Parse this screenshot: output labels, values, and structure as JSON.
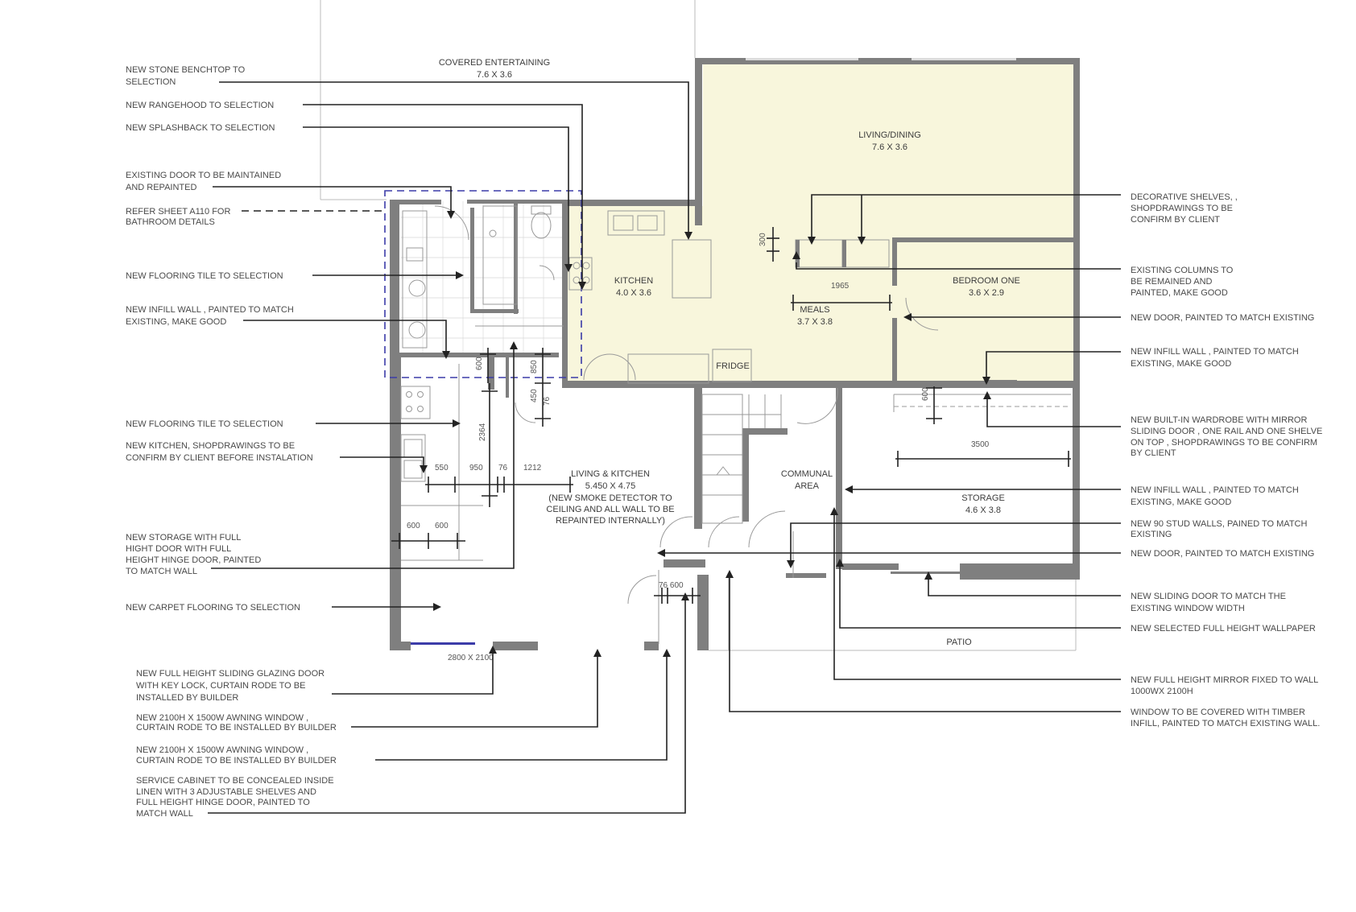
{
  "rooms": {
    "covered_entertaining": [
      "COVERED ENTERTAINING",
      "7.6 X 3.6"
    ],
    "living_dining": [
      "LIVING/DINING",
      "7.6 X 3.6"
    ],
    "kitchen": [
      "KITCHEN",
      "4.0 X 3.6"
    ],
    "meals": [
      "MEALS",
      "3.7 X 3.8"
    ],
    "bedroom_one": [
      "BEDROOM ONE",
      "3.6 X 2.9"
    ],
    "living_kitchen": [
      "LIVING & KITCHEN",
      "5.450 X 4.75",
      "(NEW SMOKE DETECTOR TO",
      "CEILING AND ALL WALL TO BE",
      "REPAINTED INTERNALLY)"
    ],
    "communal_area": [
      "COMMUNAL",
      "AREA"
    ],
    "storage": [
      "STORAGE",
      "4.6 X 3.8"
    ],
    "patio": [
      "PATIO"
    ],
    "fridge": [
      "FRIDGE"
    ]
  },
  "left_notes": {
    "stone_benchtop": [
      "NEW STONE  BENCHTOP TO",
      "SELECTION"
    ],
    "rangehood": [
      "NEW RANGEHOOD TO SELECTION"
    ],
    "splashback": [
      "NEW SPLASHBACK TO SELECTION"
    ],
    "existing_door": [
      "EXISTING DOOR TO BE MAINTAINED",
      "AND REPAINTED"
    ],
    "refer_sheet": [
      "REFER SHEET A110 FOR",
      "BATHROOM DETAILS"
    ],
    "flooring_tile_1": [
      "NEW FLOORING TILE TO SELECTION"
    ],
    "infill_wall_1": [
      "NEW INFILL WALL , PAINTED TO MATCH",
      "EXISTING, MAKE GOOD"
    ],
    "flooring_tile_2": [
      "NEW FLOORING  TILE TO SELECTION"
    ],
    "new_kitchen": [
      "NEW KITCHEN, SHOPDRAWINGS TO BE",
      "CONFIRM BY CLIENT BEFORE INSTALATION"
    ],
    "new_storage": [
      "NEW STORAGE  WITH FULL",
      "HIGHT DOOR WITH FULL",
      "HEIGHT HINGE DOOR, PAINTED",
      "TO MATCH WALL"
    ],
    "carpet": [
      "NEW CARPET FLOORING TO SELECTION"
    ],
    "sliding_glazing": [
      "NEW FULL HEIGHT SLIDING GLAZING DOOR",
      "WITH KEY LOCK, CURTAIN RODE TO  BE",
      "INSTALLED BY BUILDER"
    ],
    "awning_1": [
      "NEW 2100H X 1500W AWNING WINDOW ,",
      "CURTAIN RODE TO  BE INSTALLED BY BUILDER"
    ],
    "awning_2": [
      "NEW 2100H X 1500W AWNING WINDOW ,",
      "CURTAIN RODE TO  BE INSTALLED BY BUILDER"
    ],
    "service_cabinet": [
      "SERVICE CABINET TO BE CONCEALED INSIDE",
      "LINEN WITH 3 ADJUSTABLE SHELVES AND",
      "FULL HEIGHT HINGE  DOOR, PAINTED TO",
      "MATCH WALL"
    ]
  },
  "right_notes": {
    "decorative_shelves": [
      "DECORATIVE SHELVES,  ,",
      "SHOPDRAWINGS TO BE",
      "CONFIRM BY CLIENT"
    ],
    "existing_columns": [
      "EXISTING COLUMNS TO",
      "BE REMAINED AND",
      "PAINTED, MAKE GOOD"
    ],
    "new_door_1": [
      "NEW DOOR, PAINTED TO MATCH EXISTING"
    ],
    "infill_wall_2": [
      "NEW INFILL WALL , PAINTED TO MATCH",
      "EXISTING, MAKE GOOD"
    ],
    "wardrobe": [
      "NEW BUILT-IN WARDROBE WITH MIRROR",
      "SLIDING DOOR , ONE RAIL AND ONE SHELVE",
      "ON TOP , SHOPDRAWINGS TO BE CONFIRM",
      "BY CLIENT"
    ],
    "infill_wall_3": [
      "NEW INFILL WALL , PAINTED TO MATCH",
      "EXISTING, MAKE GOOD"
    ],
    "stud_walls": [
      "NEW 90 STUD WALLS, PAINED TO MATCH",
      "EXISTING"
    ],
    "new_door_2": [
      "NEW DOOR, PAINTED TO MATCH EXISTING"
    ],
    "sliding_door": [
      "NEW SLIDING DOOR TO MATCH THE",
      "EXISTING WINDOW WIDTH"
    ],
    "wallpaper": [
      "NEW SELECTED FULL HEIGHT WALLPAPER"
    ],
    "mirror": [
      "NEW FULL HEIGHT MIRROR FIXED TO WALL",
      "1000WX 2100H"
    ],
    "timber_infill": [
      "WINDOW TO BE COVERED WITH TIMBER",
      "INFILL, PAINTED TO MATCH EXISTING WALL."
    ]
  },
  "dimensions": {
    "d300": "300",
    "d1965": "1965",
    "d600_wardrobe": "600",
    "d3500": "3500",
    "d600_v": "600",
    "d850": "850",
    "d450": "450",
    "d76_v": "76",
    "d2364": "2364",
    "d550": "550",
    "d950": "950",
    "d76_h": "76",
    "d1212": "1212",
    "d600_a": "600",
    "d600_b": "600",
    "d76_600": "76 600",
    "d2800": "2800 X 2100"
  }
}
